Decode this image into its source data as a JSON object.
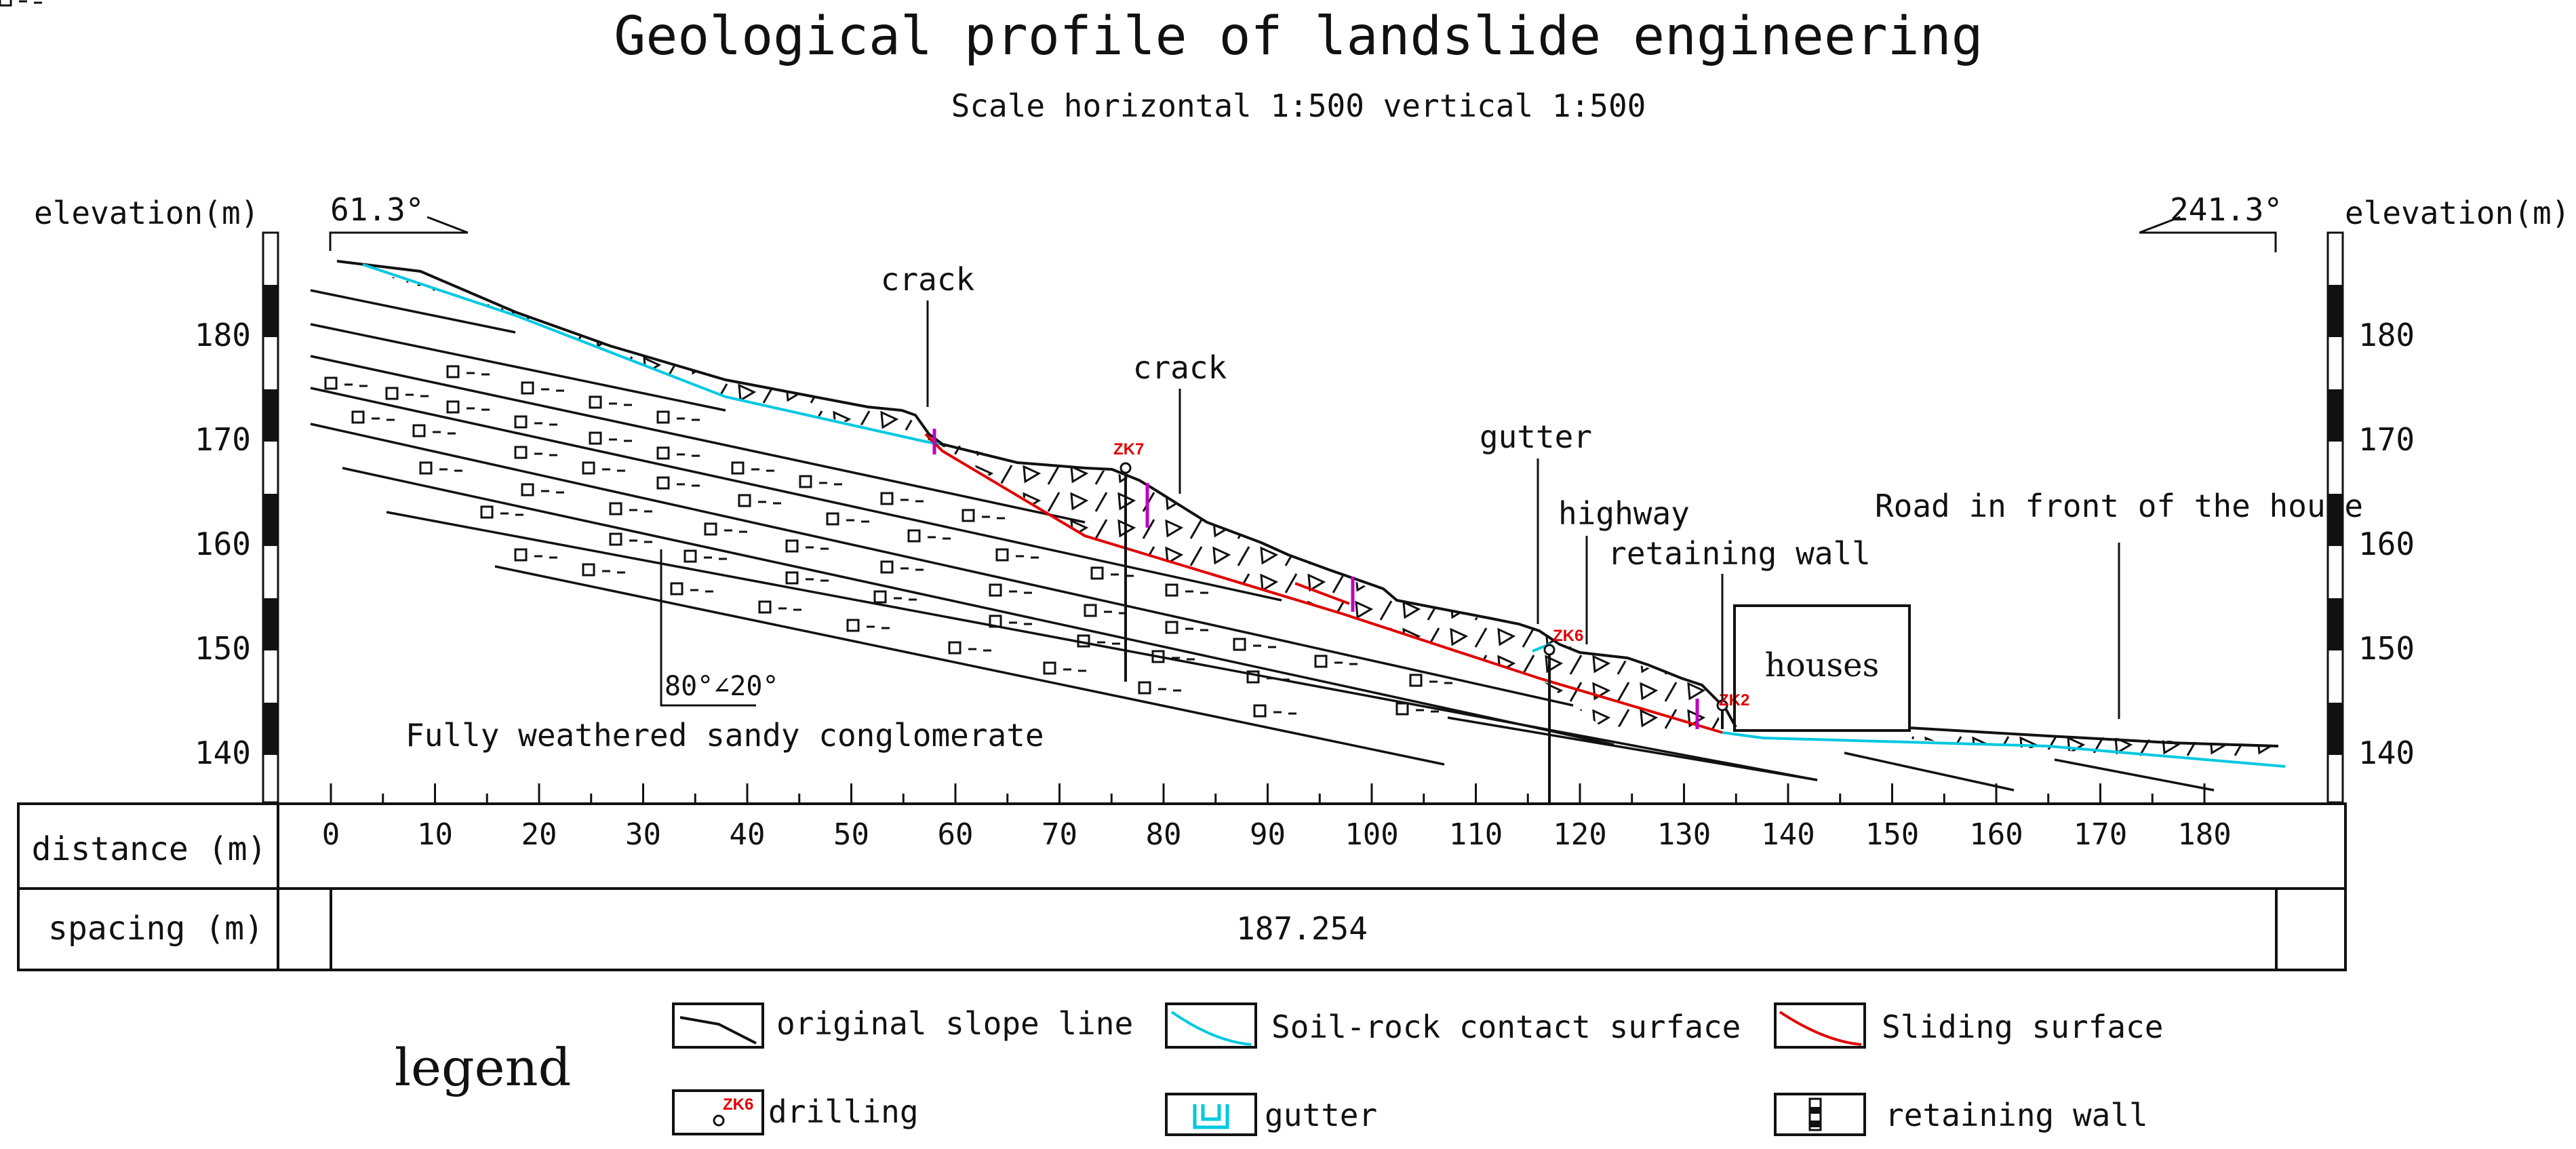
{
  "title": "Geological profile of landslide engineering",
  "subtitle": "Scale horizontal 1:500 vertical 1:500",
  "elevation_label_left": "elevation(m)",
  "elevation_label_right": "elevation(m)",
  "azimuth_left": "61.3°",
  "azimuth_right": "241.3°",
  "elevation_ticks": [
    "180",
    "170",
    "160",
    "150",
    "140"
  ],
  "distance_label": "distance (m)",
  "distance_ticks": [
    "0",
    "10",
    "20",
    "30",
    "40",
    "50",
    "60",
    "70",
    "80",
    "90",
    "100",
    "110",
    "120",
    "130",
    "140",
    "150",
    "160",
    "170",
    "180"
  ],
  "spacing_label": "spacing (m)",
  "spacing_value": "187.254",
  "annotations": {
    "crack_1": "crack",
    "crack_2": "crack",
    "gutter": "gutter",
    "highway": "highway",
    "retaining_wall": "retaining wall",
    "road": "Road in front of the house",
    "houses": "houses",
    "dip": "80°∠20°",
    "rock_type": "Fully weathered sandy conglomerate"
  },
  "boreholes": [
    "ZK7",
    "ZK6",
    "ZK2"
  ],
  "legend": {
    "title": "legend",
    "items": [
      {
        "label": "original slope line"
      },
      {
        "label": "Soil-rock contact surface"
      },
      {
        "label": "Sliding surface"
      },
      {
        "label": "drilling",
        "icon_text": "ZK6"
      },
      {
        "label": "gutter"
      },
      {
        "label": "retaining wall"
      }
    ]
  },
  "colors": {
    "sliding_surface": "#e00000",
    "soil_rock_contact": "#00c8e0",
    "retaining_marker": "#c000c0",
    "line": "#111111"
  }
}
